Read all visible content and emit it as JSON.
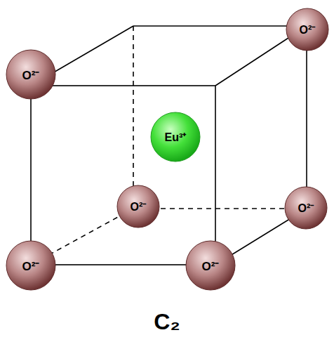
{
  "diagram": {
    "caption": "C₂",
    "nodes": [
      {
        "text": [
          "O²⁻"
        ]
      },
      {
        "text": [
          "O²⁻"
        ]
      },
      {
        "text": [
          "Eu³⁺"
        ]
      },
      {
        "text": [
          "O²⁻"
        ]
      },
      {
        "text": [
          "O²⁻"
        ]
      },
      {
        "text": [
          "O²⁻"
        ]
      },
      {
        "text": [
          "O²⁻"
        ]
      }
    ]
  }
}
